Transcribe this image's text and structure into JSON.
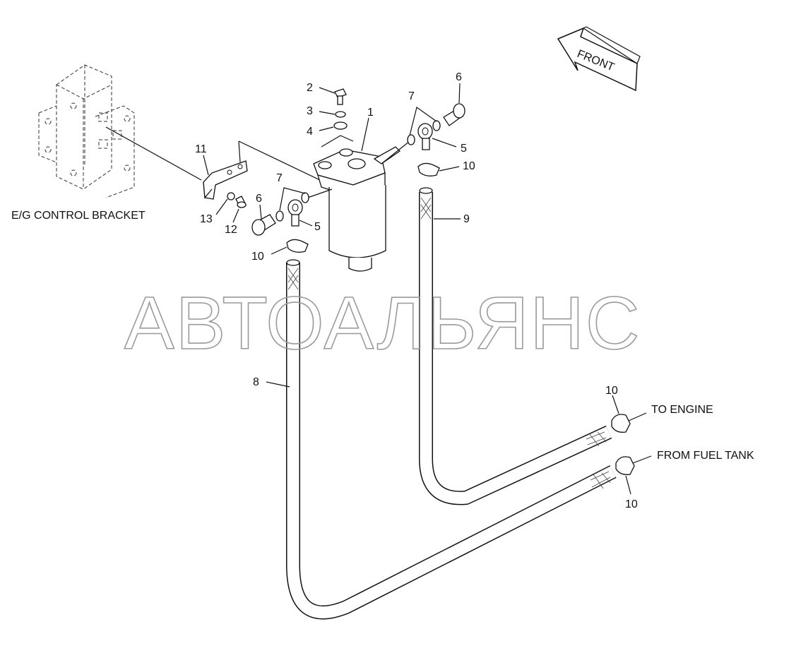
{
  "watermark": "АВТОАЛЬЯНС",
  "direction_label": "FRONT",
  "labels": {
    "bracket": "E/G CONTROL BRACKET",
    "to_engine": "TO ENGINE",
    "from_fuel_tank": "FROM FUEL TANK"
  },
  "callouts": {
    "filter": "1",
    "bolt": "2",
    "washer_small": "3",
    "washer": "4",
    "eye_joint_right": "5",
    "eye_joint_left": "5",
    "eye_bolt_right": "6",
    "eye_bolt_left": "6",
    "gasket_right": "7",
    "gasket_left": "7",
    "hose_long": "8",
    "hose_short": "9",
    "clip_right": "10",
    "clip_left": "10",
    "clip_engine": "10",
    "clip_tank": "10",
    "bracket": "11",
    "bolt_small": "12",
    "washer_bracket": "13"
  }
}
